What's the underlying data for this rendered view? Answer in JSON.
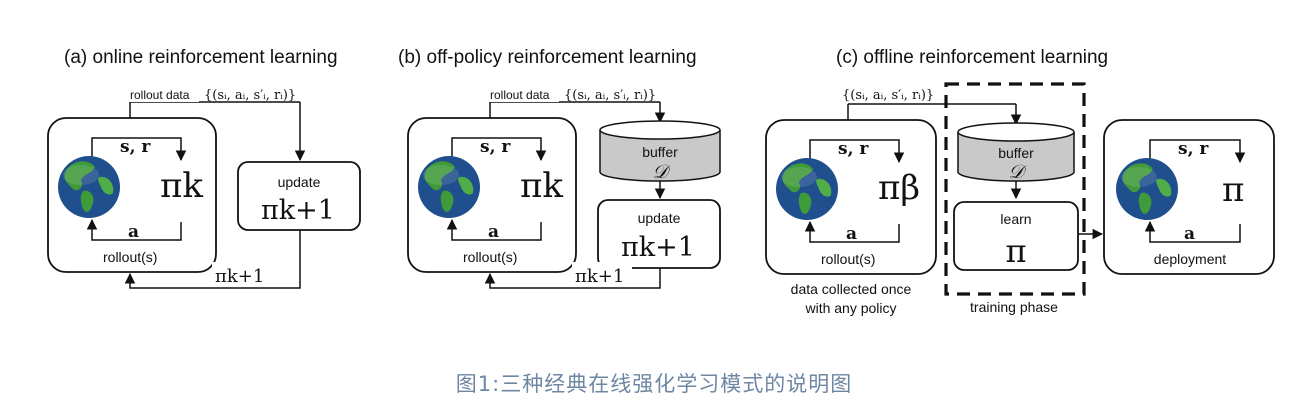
{
  "panels": {
    "a": {
      "title": "(a) online reinforcement learning",
      "rollout_data_label": "rollout data",
      "rollout_data_set": "{(sᵢ, aᵢ, s′ᵢ, rᵢ)}",
      "state_reward": "s, r",
      "action": "a",
      "policy": "πk",
      "rollouts": "rollout(s)",
      "update_label": "update",
      "update_policy": "πk+1",
      "feedback_policy": "πk+1"
    },
    "b": {
      "title": "(b) off-policy reinforcement learning",
      "rollout_data_label": "rollout data",
      "rollout_data_set": "{(sᵢ, aᵢ, s′ᵢ, rᵢ)}",
      "state_reward": "s, r",
      "action": "a",
      "policy": "πk",
      "rollouts": "rollout(s)",
      "buffer_label": "buffer",
      "buffer_symbol": "𝒟",
      "update_label": "update",
      "update_policy": "πk+1",
      "feedback_policy": "πk+1"
    },
    "c": {
      "title": "(c) offline reinforcement learning",
      "rollout_data_set": "{(sᵢ, aᵢ, s′ᵢ, rᵢ)}",
      "state_reward": "s, r",
      "action": "a",
      "behavior_policy": "πβ",
      "rollouts": "rollout(s)",
      "data_note_line1": "data collected once",
      "data_note_line2": "with any policy",
      "buffer_label": "buffer",
      "buffer_symbol": "𝒟",
      "learn_label": "learn",
      "learn_policy": "π",
      "training_phase": "training phase",
      "deploy_state_reward": "s, r",
      "deploy_action": "a",
      "deploy_policy": "π",
      "deployment": "deployment"
    }
  },
  "caption": "图1:三种经典在线强化学习模式的说明图",
  "colors": {
    "caption": "#6e87a3",
    "ocean": "#1f4f8c",
    "land": "#3f9a3a",
    "buffer": "#c9c9c9"
  },
  "icons": [
    "earth-globe-icon",
    "database-cylinder-icon"
  ]
}
